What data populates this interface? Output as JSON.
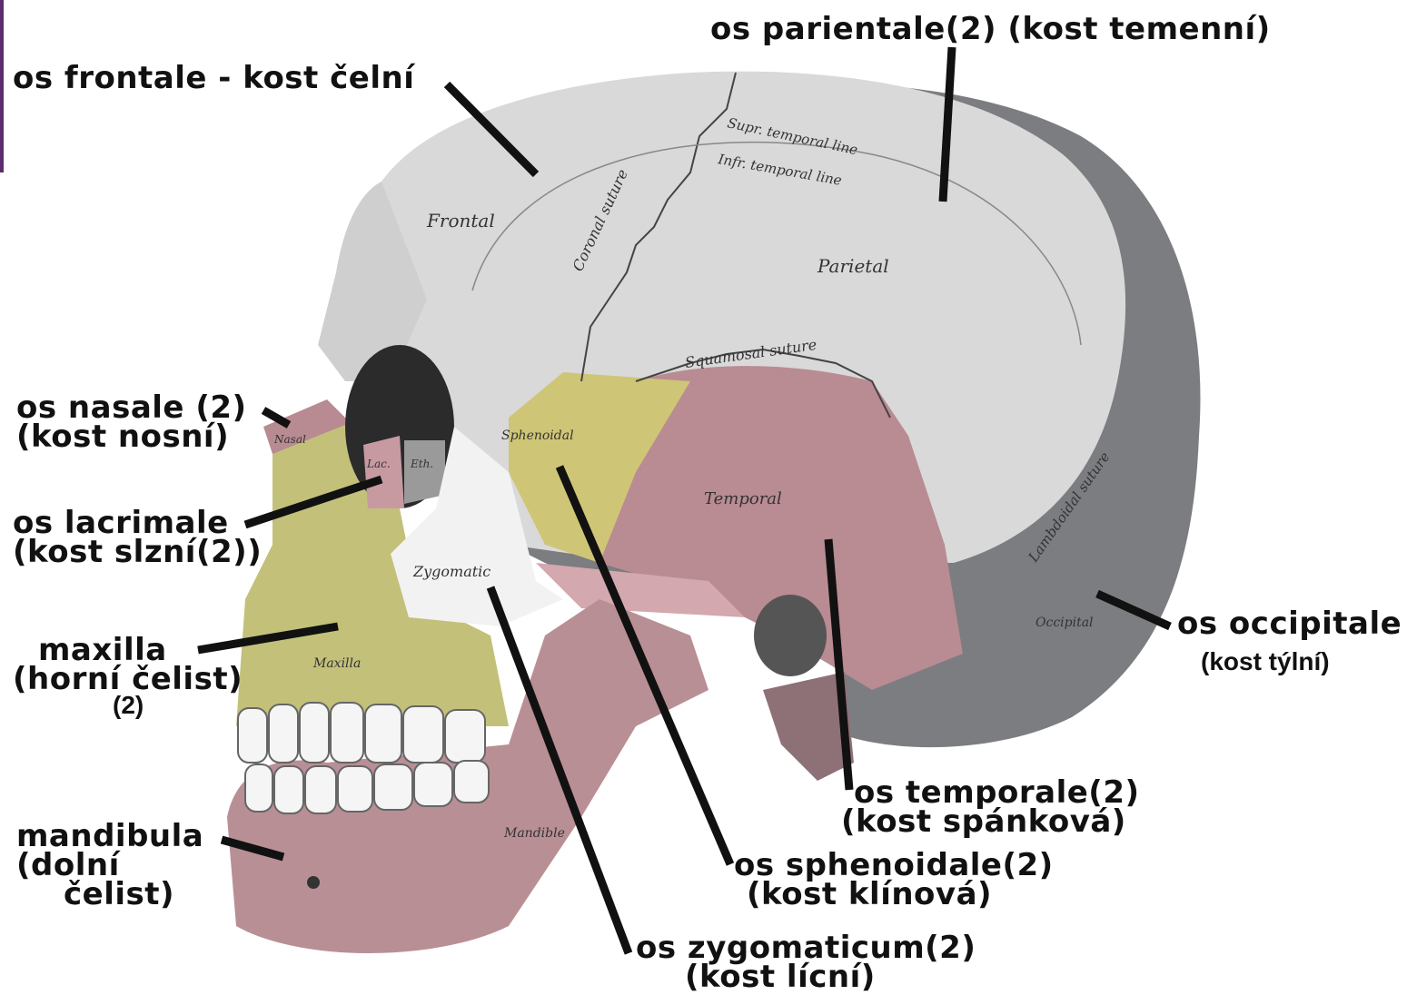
{
  "colors": {
    "frontal_parietal": "#d9d9d9",
    "temporal": "#b98b92",
    "sphenoid": "#cfc576",
    "maxilla": "#c3c07a",
    "mandible": "#b88f95",
    "nasal": "#b88a92",
    "zygomatic": "#f2f2f2",
    "occipital": "#7b7d80",
    "leader_lines": "#111111"
  },
  "labels": {
    "frontale": "os frontale - kost čelní",
    "parietale": "os parientale(2) (kost temenní)",
    "nasale_1": "os nasale (2)",
    "nasale_2": "(kost nosní)",
    "lacrimale_1": "os lacrimale",
    "lacrimale_2": "(kost slzní(2))",
    "maxilla_1": "maxilla",
    "maxilla_2": "(horní čelist)",
    "maxilla_3": "(2)",
    "mandibula_1": "mandibula",
    "mandibula_2": "(dolní",
    "mandibula_3": "čelist)",
    "occipitale_1": "os occipitale",
    "occipitale_2": "(kost týlní)",
    "temporale_1": "os temporale(2)",
    "temporale_2": "(kost spánková)",
    "sphenoidale_1": "os sphenoidale(2)",
    "sphenoidale_2": "(kost klínová)",
    "zygomaticum_1": "os zygomaticum(2)",
    "zygomaticum_2": "(kost lícní)"
  },
  "figure_text": {
    "frontal": "Frontal",
    "parietal": "Parietal",
    "temporal": "Temporal",
    "sphenoidal": "Sphenoidal",
    "zygomatic": "Zygomatic",
    "nasal": "Nasal",
    "lac": "Lac.",
    "eth": "Eth.",
    "maxilla": "Maxilla",
    "mandible": "Mandible",
    "occipital": "Occipital",
    "coronal_suture": "Coronal suture",
    "squamosal_suture": "Squamosal suture",
    "lambdoidal_suture": "Lambdoidal suture",
    "sup_temporal_line": "Supr. temporal line",
    "infr_temporal_line": "Infr. temporal line"
  }
}
